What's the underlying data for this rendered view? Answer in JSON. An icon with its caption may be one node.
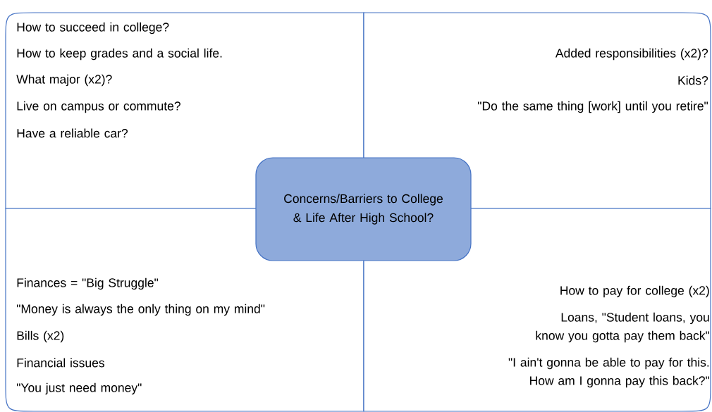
{
  "diagram": {
    "nodes": [
      {
        "text": [
          "How to succeed in college?",
          "How to keep grades and a social life.",
          "What major (x2)?",
          "Live on campus or commute?",
          "Have a reliable car?"
        ]
      },
      {
        "text": [
          "Added responsibilities (x2)?",
          "Kids?",
          "\"Do the same thing [work] until you retire\""
        ]
      },
      {
        "text": [
          "Concerns/Barriers to College & Life After High School?"
        ]
      },
      {
        "text": [
          "Finances = \"Big Struggle\"",
          "\"Money is always the only thing on my mind\"",
          "Bills (x2)",
          "Financial issues",
          "\"You just need money\""
        ]
      },
      {
        "text": [
          "How to pay for college (x2)",
          "Loans, \"Student loans, you know you gotta pay them back\"",
          "\"I ain't gonna be able to pay for this. How am I gonna pay this back?\""
        ]
      }
    ]
  }
}
